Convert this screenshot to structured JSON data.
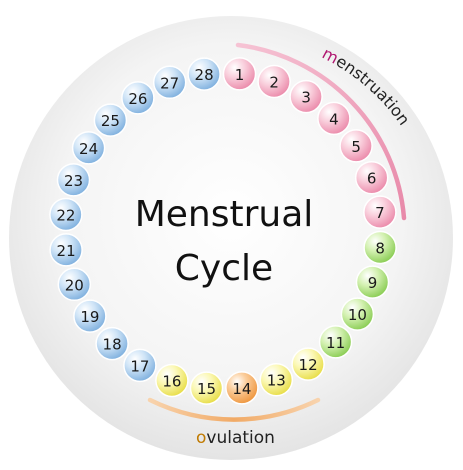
{
  "title": {
    "line1": "Menstrual",
    "line2": "Cycle"
  },
  "phases": {
    "menstruation": {
      "label_first": "m",
      "label_rest": "enstruation",
      "color": "#f2a3bd"
    },
    "ovulation": {
      "label_first": "o",
      "label_rest": "vulation",
      "color": "#f5be8a"
    }
  },
  "colors": {
    "pink": "#f6b3c8",
    "green": "#b9e58a",
    "yellow": "#f7f28a",
    "orange": "#f7b776",
    "blue": "#a9cdee",
    "accent_m": "#b01670",
    "accent_o": "#c07a00"
  },
  "days": [
    {
      "label": "1",
      "phase": "pink"
    },
    {
      "label": "2",
      "phase": "pink"
    },
    {
      "label": "3",
      "phase": "pink"
    },
    {
      "label": "4",
      "phase": "pink"
    },
    {
      "label": "5",
      "phase": "pink"
    },
    {
      "label": "6",
      "phase": "pink"
    },
    {
      "label": "7",
      "phase": "pink"
    },
    {
      "label": "8",
      "phase": "green"
    },
    {
      "label": "9",
      "phase": "green"
    },
    {
      "label": "10",
      "phase": "green"
    },
    {
      "label": "11",
      "phase": "green"
    },
    {
      "label": "12",
      "phase": "yellow"
    },
    {
      "label": "13",
      "phase": "yellow"
    },
    {
      "label": "14",
      "phase": "orange"
    },
    {
      "label": "15",
      "phase": "yellow"
    },
    {
      "label": "16",
      "phase": "yellow"
    },
    {
      "label": "17",
      "phase": "blue"
    },
    {
      "label": "18",
      "phase": "blue"
    },
    {
      "label": "19",
      "phase": "blue"
    },
    {
      "label": "20",
      "phase": "blue"
    },
    {
      "label": "21",
      "phase": "blue"
    },
    {
      "label": "22",
      "phase": "blue"
    },
    {
      "label": "23",
      "phase": "blue"
    },
    {
      "label": "24",
      "phase": "blue"
    },
    {
      "label": "25",
      "phase": "blue"
    },
    {
      "label": "26",
      "phase": "blue"
    },
    {
      "label": "27",
      "phase": "blue"
    },
    {
      "label": "28",
      "phase": "blue"
    }
  ]
}
